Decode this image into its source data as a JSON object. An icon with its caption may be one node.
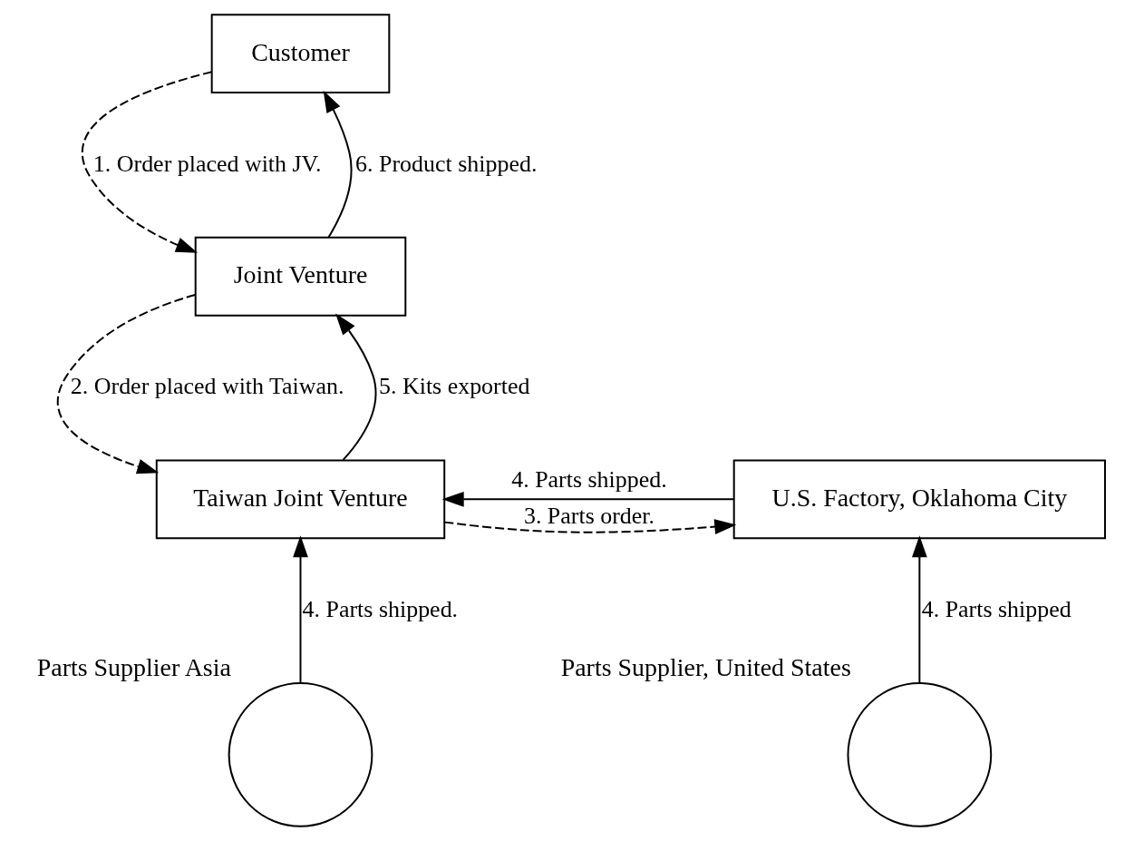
{
  "diagram": {
    "nodes": [
      {
        "text": [
          "Customer"
        ]
      },
      {
        "text": [
          "Joint Venture"
        ]
      },
      {
        "text": [
          "Taiwan Joint Venture"
        ]
      },
      {
        "text": [
          "U.S. Factory, Oklahoma City"
        ]
      },
      {
        "text": [],
        "shape": "circle",
        "beside": [
          "Parts Supplier Asia"
        ]
      },
      {
        "text": [],
        "shape": "circle",
        "beside": [
          "Parts Supplier, United States"
        ]
      }
    ],
    "edges": [
      {
        "from": 0,
        "to": 1,
        "arrow": "to",
        "style": "dashed",
        "label": "1. Order placed with JV."
      },
      {
        "from": 1,
        "to": 0,
        "arrow": "to",
        "label": "6. Product shipped."
      },
      {
        "from": 1,
        "to": 2,
        "arrow": "to",
        "style": "dashed",
        "label": "2. Order placed with Taiwan."
      },
      {
        "from": 2,
        "to": 3,
        "arrow": "to",
        "style": "dashed",
        "label": "3. Parts order."
      },
      {
        "from": 2,
        "to": 1,
        "arrow": "to",
        "label": "5. Kits exported"
      },
      {
        "from": 3,
        "to": 2,
        "arrow": "to",
        "label": "4. Parts shipped."
      },
      {
        "from": 4,
        "to": 2,
        "arrow": "to",
        "label": "4. Parts shipped."
      },
      {
        "from": 5,
        "to": 3,
        "arrow": "to",
        "label": "4. Parts shipped"
      }
    ]
  }
}
